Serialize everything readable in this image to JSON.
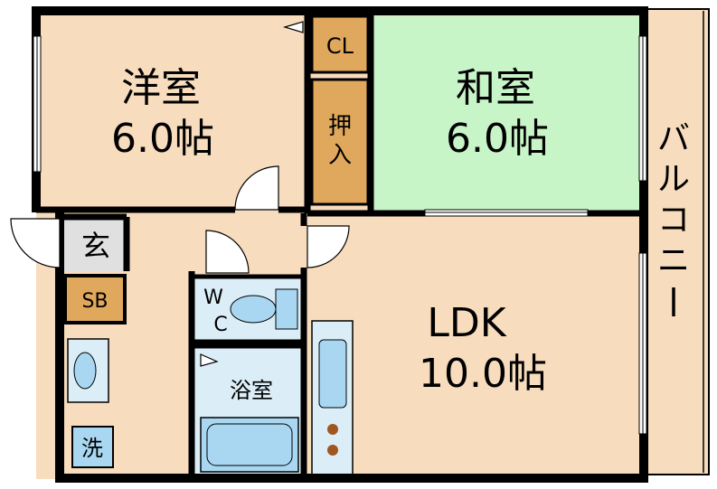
{
  "rooms": {
    "western": {
      "name": "洋室",
      "size": "6.0帖"
    },
    "japanese": {
      "name": "和室",
      "size": "6.0帖"
    },
    "ldk": {
      "name": "LDK",
      "size": "10.0帖"
    },
    "closet": "CL",
    "oshiire": [
      "押",
      "入"
    ],
    "genkan": "玄",
    "shoebox": "SB",
    "toilet": [
      "W",
      "C"
    ],
    "bath": "浴室",
    "laundry": "洗",
    "balcony": [
      "バ",
      "ル",
      "コ",
      "ニ",
      "ー"
    ]
  },
  "colors": {
    "western_floor": "#f7dcbd",
    "japanese_floor": "#c8f5c8",
    "storage": "#e0a85c",
    "wet_area": "#dbeef8",
    "fixture": "#a9d7f2",
    "entrance": "#e0e0e0",
    "wall": "#000000",
    "stove_burner": "#a0561e"
  }
}
